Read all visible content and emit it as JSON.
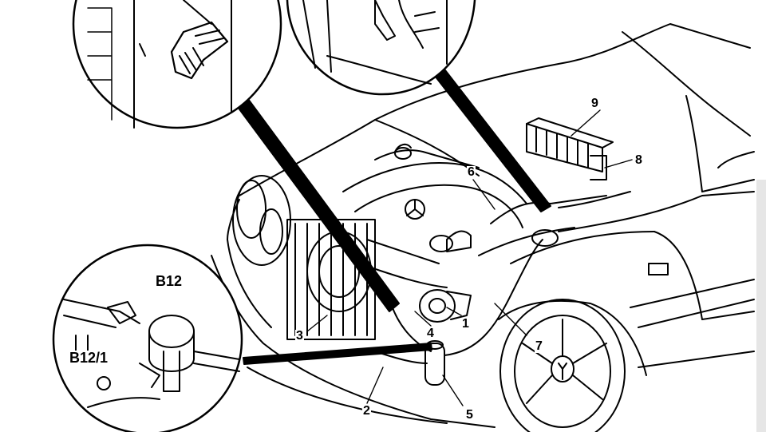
{
  "diagram": {
    "callouts": [
      {
        "id": "c1",
        "text": "1"
      },
      {
        "id": "c2",
        "text": "2"
      },
      {
        "id": "c3",
        "text": "3"
      },
      {
        "id": "c4",
        "text": "4"
      },
      {
        "id": "c5",
        "text": "5"
      },
      {
        "id": "c6",
        "text": "6"
      },
      {
        "id": "c7",
        "text": "7"
      },
      {
        "id": "c8",
        "text": "8"
      },
      {
        "id": "c9",
        "text": "9"
      }
    ],
    "detail_labels": [
      {
        "id": "b12",
        "text": "B12"
      },
      {
        "id": "b12_1",
        "text": "B12/1"
      }
    ]
  }
}
